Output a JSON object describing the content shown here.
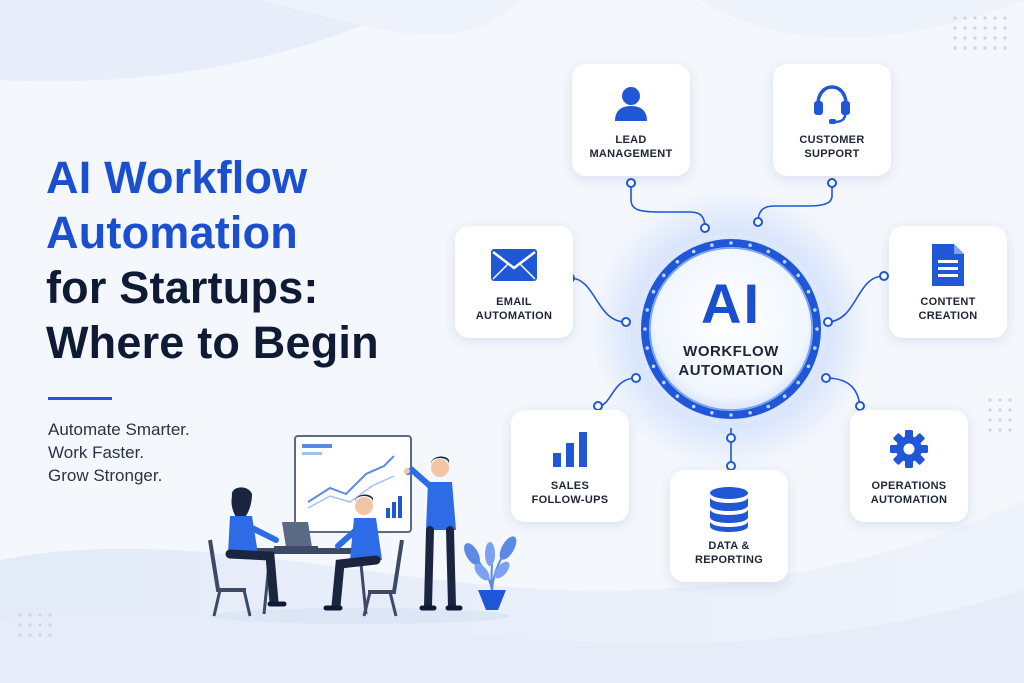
{
  "headline": {
    "line1": "AI Workflow",
    "line2": "Automation",
    "line3": "for Startups:",
    "line4": "Where to Begin"
  },
  "tagline": {
    "line1": "Automate Smarter.",
    "line2": "Work Faster.",
    "line3": "Grow Stronger."
  },
  "hub": {
    "main": "AI",
    "sub_line1": "WORKFLOW",
    "sub_line2": "AUTOMATION"
  },
  "nodes": [
    {
      "id": "lead-management",
      "line1": "LEAD",
      "line2": "MANAGEMENT",
      "icon": "person-icon"
    },
    {
      "id": "customer-support",
      "line1": "CUSTOMER",
      "line2": "SUPPORT",
      "icon": "headset-icon"
    },
    {
      "id": "email-automation",
      "line1": "EMAIL",
      "line2": "AUTOMATION",
      "icon": "envelope-icon"
    },
    {
      "id": "content-creation",
      "line1": "CONTENT",
      "line2": "CREATION",
      "icon": "document-icon"
    },
    {
      "id": "sales-follow-ups",
      "line1": "SALES",
      "line2": "FOLLOW-UPS",
      "icon": "bar-chart-icon"
    },
    {
      "id": "data-reporting",
      "line1": "DATA &",
      "line2": "REPORTING",
      "icon": "database-icon"
    },
    {
      "id": "operations-automation",
      "line1": "OPERATIONS",
      "line2": "AUTOMATION",
      "icon": "gear-icon"
    }
  ],
  "colors": {
    "accent_blue": "#1a4fd0",
    "dark_text": "#0f1b34",
    "background": "#f4f7fc",
    "card_background": "#ffffff"
  }
}
